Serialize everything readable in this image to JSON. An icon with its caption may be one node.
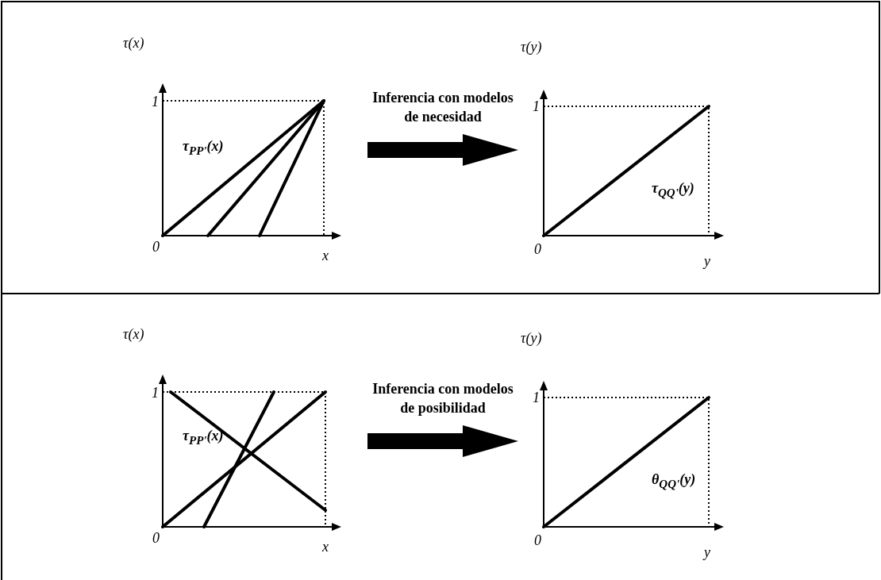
{
  "diagram": {
    "nodes": [
      {
        "text": [
          "τ(x)",
          "1",
          "τ$_{PP'}$(x)",
          "0",
          "x"
        ]
      },
      {
        "text": [
          "τ(y)",
          "1",
          "τ$_{QQ'}$(y)",
          "0",
          "y"
        ]
      },
      {
        "text": [
          "τ(x)",
          "1",
          "τ$_{PP'}$(x)",
          "0",
          "x"
        ]
      },
      {
        "text": [
          "τ(y)",
          "1",
          "θ$_{QQ'}$(y)",
          "0",
          "y"
        ]
      }
    ],
    "edges": [
      {
        "from": 0,
        "to": 1,
        "arrow": "to",
        "label": "Inferencia con modelos de necesidad"
      },
      {
        "from": 2,
        "to": 3,
        "arrow": "to",
        "label": "Inferencia con modelos de posibilidad"
      }
    ]
  }
}
